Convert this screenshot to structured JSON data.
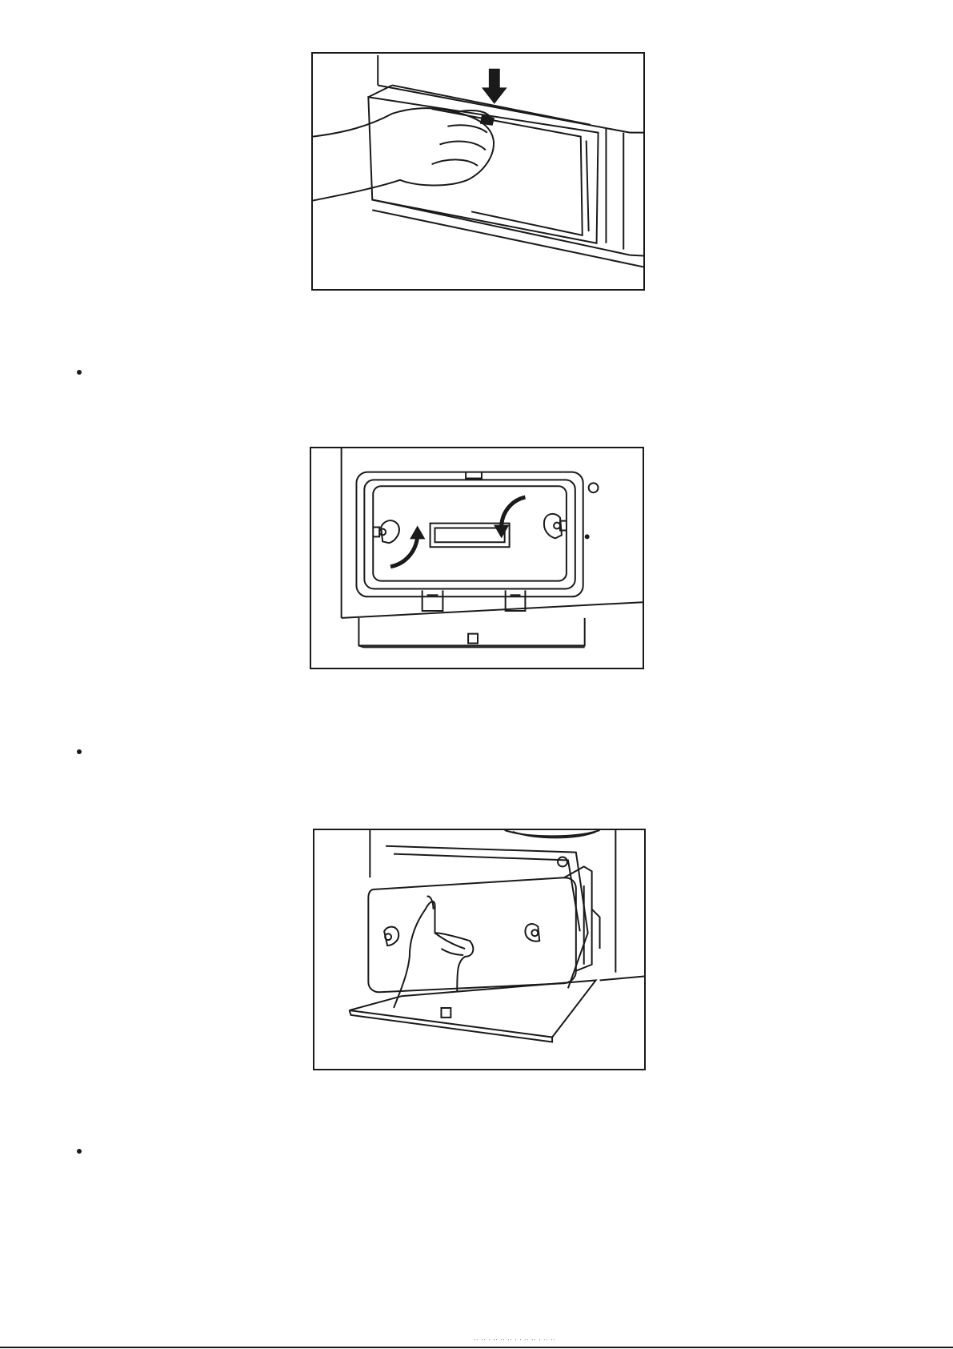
{
  "figures": [
    {
      "icon": "hand-open-filter-door-illustration"
    },
    {
      "icon": "filter-cover-locks-illustration"
    },
    {
      "icon": "hand-remove-filter-illustration"
    }
  ],
  "steps": [
    {
      "text": ""
    },
    {
      "text": ""
    },
    {
      "text": ""
    }
  ],
  "footer": {
    "text": "·· ·· · ·· ·· ·· · · ·· ·· · ·· ··"
  }
}
